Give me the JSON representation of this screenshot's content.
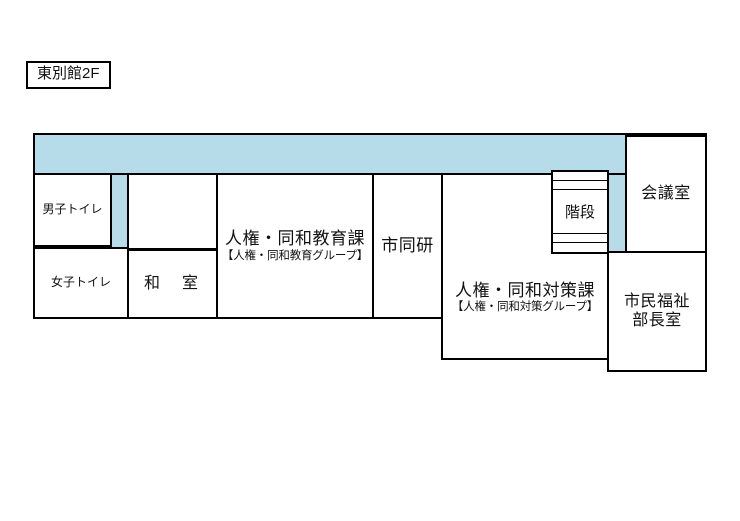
{
  "floor": {
    "title": "東別館2F"
  },
  "rooms": {
    "mens_toilet": "男子トイレ",
    "womens_toilet": "女子トイレ",
    "japanese_room": "和　室",
    "jinken_education": {
      "name": "人権・同和教育課",
      "group": "【人権・同和教育グループ】"
    },
    "shidoken": "市同研",
    "jinken_taisaku": {
      "name": "人権・同和対策課",
      "group": "【人権・同和対策グループ】"
    },
    "stairs": "階段",
    "meeting_room": "会議室",
    "welfare_director": {
      "line1": "市民福祉",
      "line2": "部長室"
    }
  },
  "colors": {
    "corridor": "#b5dce8",
    "wall": "#000000",
    "room_fill": "#ffffff",
    "page_background": "#ffffff"
  }
}
